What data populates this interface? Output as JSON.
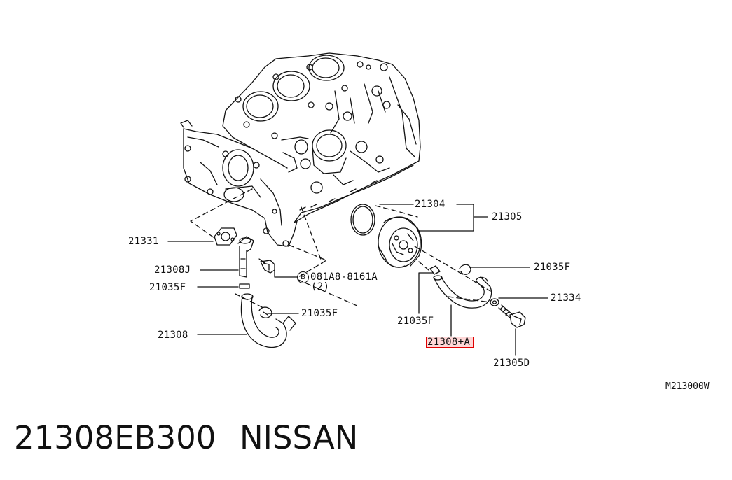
{
  "labels": {
    "p21304": "21304",
    "p21305": "21305",
    "p21331": "21331",
    "p21308J": "21308J",
    "p21035F_left": "21035F",
    "p21035F_mid": "21035F",
    "p21035F_right_top": "21035F",
    "p21035F_right_low": "21035F",
    "p21308": "21308",
    "p21334": "21334",
    "p21308A": "21308+A",
    "p21305D": "21305D",
    "bolt_code": "081A8-8161A",
    "bolt_qty": "(2)",
    "circle_letter": "B"
  },
  "reference_code": "M213000W",
  "footer": {
    "part_number": "21308EB300",
    "brand": "NISSAN"
  },
  "highlight_color": "#e00000"
}
